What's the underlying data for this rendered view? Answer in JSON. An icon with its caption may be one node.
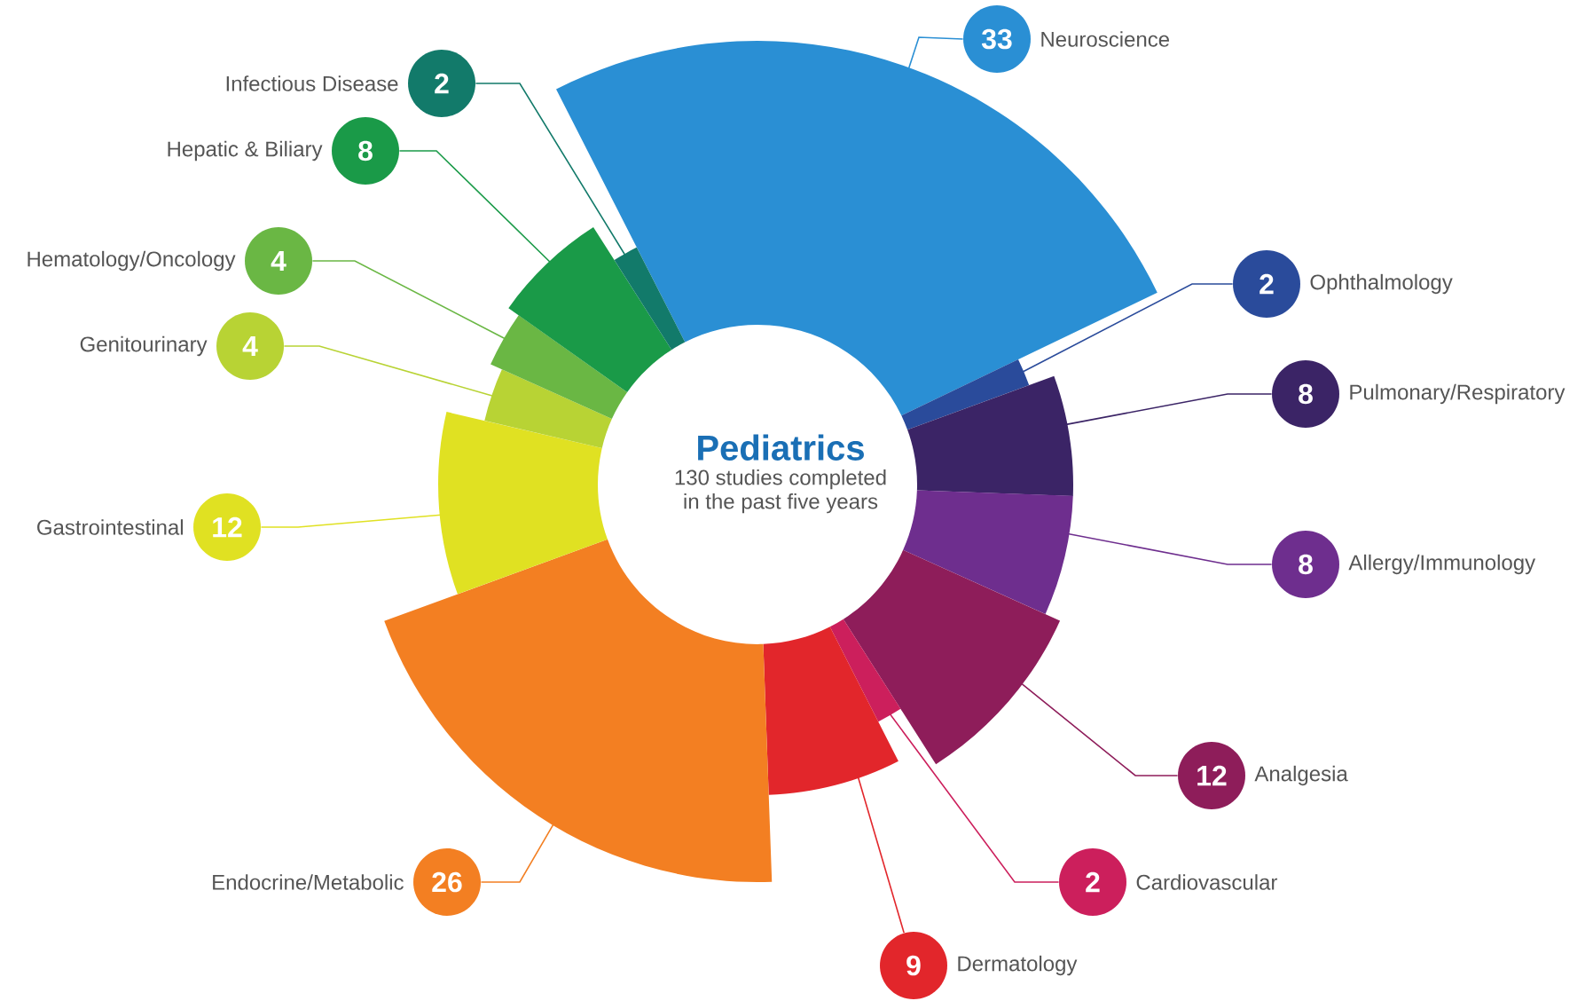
{
  "diagram": {
    "nodes": [
      {
        "text": [
          "Pediatrics",
          "130 studies completed in the past five years"
        ]
      },
      {
        "text": [],
        "shape": "wedge"
      },
      {
        "text": [],
        "shape": "wedge"
      },
      {
        "text": [],
        "shape": "wedge"
      },
      {
        "text": [],
        "shape": "wedge"
      },
      {
        "text": [],
        "shape": "wedge"
      },
      {
        "text": [],
        "shape": "wedge"
      },
      {
        "text": [],
        "shape": "wedge"
      },
      {
        "text": [],
        "shape": "wedge"
      },
      {
        "text": [],
        "shape": "wedge"
      },
      {
        "text": [],
        "shape": "wedge"
      },
      {
        "text": [],
        "shape": "wedge"
      },
      {
        "text": [],
        "shape": "wedge"
      },
      {
        "text": [],
        "shape": "wedge"
      },
      {
        "text": [
          "33"
        ],
        "beside": [
          "Neuroscience"
        ]
      },
      {
        "text": [
          "2"
        ],
        "beside": [
          "Ophthalmology"
        ]
      },
      {
        "text": [
          "8"
        ],
        "beside": [
          "Pulmonary/Respiratory"
        ]
      },
      {
        "text": [
          "8"
        ],
        "beside": [
          "Allergy/Immunology"
        ]
      },
      {
        "text": [
          "12"
        ],
        "beside": [
          "Analgesia"
        ]
      },
      {
        "text": [
          "2"
        ],
        "beside": [
          "Cardiovascular"
        ]
      },
      {
        "text": [
          "9"
        ],
        "beside": [
          "Dermatology"
        ]
      },
      {
        "text": [
          "26"
        ],
        "beside": [
          "Endocrine/Metabolic"
        ]
      },
      {
        "text": [
          "12"
        ],
        "beside": [
          "Gastrointestinal"
        ]
      },
      {
        "text": [
          "4"
        ],
        "beside": [
          "Genitourinary"
        ]
      },
      {
        "text": [
          "4"
        ],
        "beside": [
          "Hematology/Oncology"
        ]
      },
      {
        "text": [
          "8"
        ],
        "beside": [
          "Hepatic & Biliary"
        ]
      },
      {
        "text": [
          "2"
        ],
        "beside": [
          "Infectious Disease"
        ]
      }
    ],
    "edges": [
      {
        "from": 14,
        "to": 1,
        "arrow": "none",
        "color": "#2a8fd4"
      },
      {
        "from": 15,
        "to": 2,
        "arrow": "none",
        "color": "#2a4b9b"
      },
      {
        "from": 16,
        "to": 3,
        "arrow": "none",
        "color": "#3b2466"
      },
      {
        "from": 17,
        "to": 4,
        "arrow": "none",
        "color": "#6e2e8e"
      },
      {
        "from": 18,
        "to": 5,
        "arrow": "none",
        "color": "#8e1d5a"
      },
      {
        "from": 19,
        "to": 6,
        "arrow": "none",
        "color": "#cc1f5c"
      },
      {
        "from": 20,
        "to": 7,
        "arrow": "none",
        "color": "#e2262b"
      },
      {
        "from": 21,
        "to": 8,
        "arrow": "none",
        "color": "#f37f22"
      },
      {
        "from": 22,
        "to": 9,
        "arrow": "none",
        "color": "#e0e122"
      },
      {
        "from": 23,
        "to": 10,
        "arrow": "none",
        "color": "#b8d334"
      },
      {
        "from": 24,
        "to": 11,
        "arrow": "none",
        "color": "#6ab744"
      },
      {
        "from": 25,
        "to": 12,
        "arrow": "none",
        "color": "#1a9a48"
      },
      {
        "from": 26,
        "to": 13,
        "arrow": "none",
        "color": "#127a6a"
      }
    ]
  }
}
